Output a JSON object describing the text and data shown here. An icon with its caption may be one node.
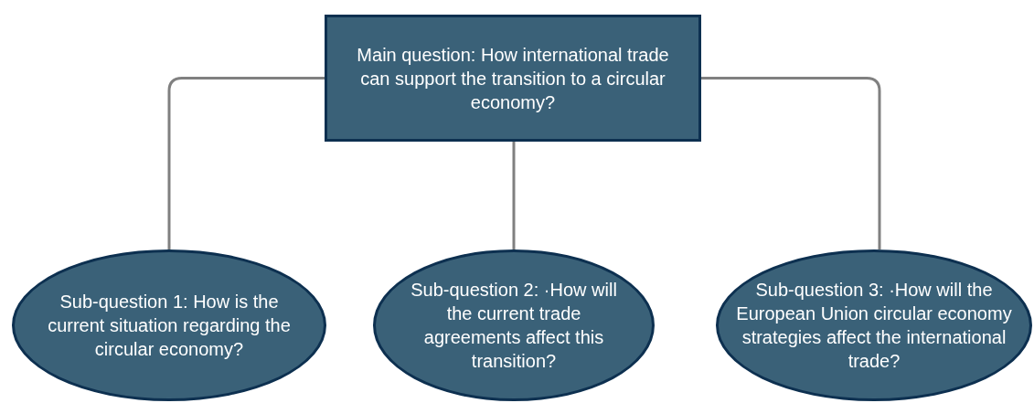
{
  "diagram": {
    "nodes": [
      {
        "text": [
          "Main question: How international trade can support the transition to a circular economy?"
        ]
      },
      {
        "text": [
          "Sub-question 1: How is the current situation regarding the circular economy?"
        ]
      },
      {
        "text": [
          "Sub-question 2: ·How will the current trade agreements affect this transition?"
        ]
      },
      {
        "text": [
          "Sub-question 3: ·How will the European Union circular economy strategies affect the international trade?"
        ]
      }
    ],
    "edges": [
      {
        "from": 0,
        "to": 1,
        "arrow": "none"
      },
      {
        "from": 0,
        "to": 2,
        "arrow": "none"
      },
      {
        "from": 0,
        "to": 3,
        "arrow": "none"
      }
    ]
  }
}
